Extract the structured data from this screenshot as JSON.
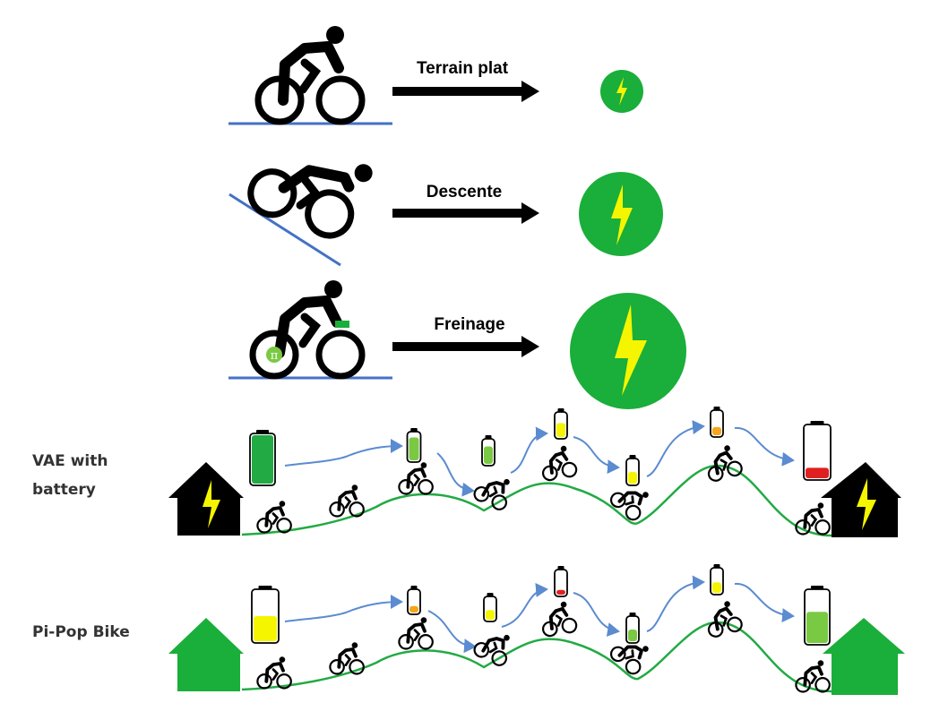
{
  "modes": [
    {
      "label": "Terrain plat",
      "energy_level": "small",
      "badge_symbol": ""
    },
    {
      "label": "Descente",
      "energy_level": "medium",
      "badge_symbol": ""
    },
    {
      "label": "Freinage",
      "energy_level": "large",
      "badge_symbol": "π"
    }
  ],
  "scenarios": [
    {
      "label_line1": "VAE with",
      "label_line2": "battery",
      "house_style": "charging",
      "batteries": [
        {
          "level": 1.0,
          "color": "#22aa44"
        },
        {
          "level": 0.85,
          "color": "#7ac943"
        },
        {
          "level": 0.75,
          "color": "#7ac943"
        },
        {
          "level": 0.6,
          "color": "#f5f500"
        },
        {
          "level": 0.5,
          "color": "#f5f500"
        },
        {
          "level": 0.35,
          "color": "#f7a51c"
        },
        {
          "level": 0.2,
          "color": "#e02020"
        }
      ]
    },
    {
      "label_line1": "Pi-Pop Bike",
      "label_line2": "",
      "house_style": "green",
      "batteries": [
        {
          "level": 0.5,
          "color": "#f5f500"
        },
        {
          "level": 0.3,
          "color": "#f7a51c"
        },
        {
          "level": 0.45,
          "color": "#f5f500"
        },
        {
          "level": 0.2,
          "color": "#e02020"
        },
        {
          "level": 0.5,
          "color": "#7ac943"
        },
        {
          "level": 0.45,
          "color": "#f5f500"
        },
        {
          "level": 0.6,
          "color": "#7ac943"
        }
      ]
    }
  ],
  "colors": {
    "energy_green": "#1aae3a",
    "bolt_yellow": "#f5f500",
    "ground_blue": "#4472c4",
    "terrain_green": "#22aa44",
    "arrow_blue": "#5b8bd0",
    "house_black": "#000000",
    "house_green": "#1aae3a"
  },
  "icons": {
    "cyclist": "cyclist-icon",
    "battery": "battery-icon",
    "bolt": "lightning-bolt-icon",
    "house": "house-icon"
  }
}
